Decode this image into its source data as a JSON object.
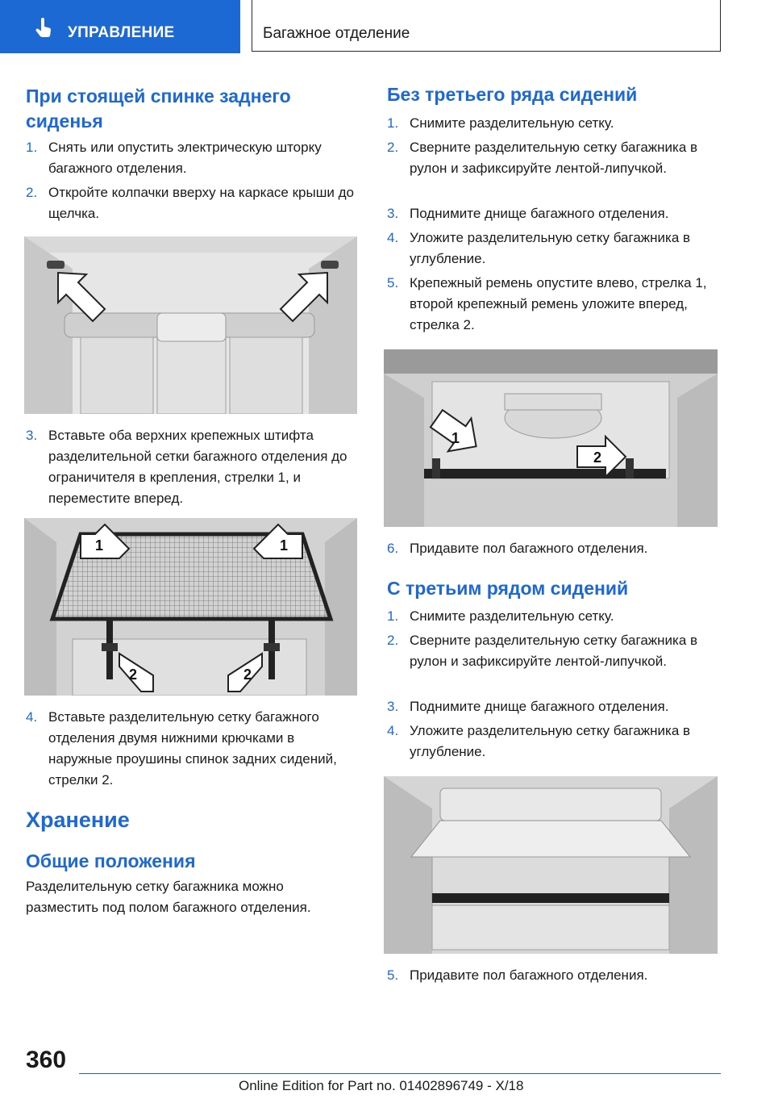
{
  "header": {
    "section": "УПРАВЛЕНИЕ",
    "title": "Багажное отделение",
    "accent_color": "#1c69d3",
    "icon": "hand-pointer-icon"
  },
  "left": {
    "heading1": "При стоящей спинке заднего сиденья",
    "steps_a": [
      {
        "num": "1.",
        "text": "Снять или опустить электрическую шторку багажного отделения."
      },
      {
        "num": "2.",
        "text": "Откройте колпачки вверху на каркасе крыши до щелчка."
      }
    ],
    "steps_b": [
      {
        "num": "3.",
        "text": "Вставьте оба верхних крепежных штифта разделительной сетки багажного отделения до ограничителя в крепления, стрелки 1, и переместите вперед."
      }
    ],
    "steps_c": [
      {
        "num": "4.",
        "text": "Вставьте разделительную сетку багажного отделения двумя нижними крючками в наружные проушины спинок задних сидений, стрелки 2."
      }
    ],
    "storage_heading": "Хранение",
    "general_heading": "Общие положения",
    "general_text": "Разделительную сетку багажника можно разместить под полом багажного отделения."
  },
  "right": {
    "heading_no_third_row": "Без третьего ряда сидений",
    "steps_a": [
      {
        "num": "1.",
        "text": "Снимите разделительную сетку."
      },
      {
        "num": "2.",
        "text": "Сверните разделительную сетку багажника в рулон и зафиксируйте лентой-липучкой."
      },
      {
        "num": "3.",
        "text": "Поднимите днище багажного отделения."
      },
      {
        "num": "4.",
        "text": "Уложите разделительную сетку багажника в углубление."
      },
      {
        "num": "5.",
        "text": "Крепежный ремень опустите влево, стрелка 1, второй крепежный ремень уложите вперед, стрелка 2."
      }
    ],
    "steps_b": [
      {
        "num": "6.",
        "text": "Придавите пол багажного отделения."
      }
    ],
    "heading_third_row": "С третьим рядом сидений",
    "steps_c": [
      {
        "num": "1.",
        "text": "Снимите разделительную сетку."
      },
      {
        "num": "2.",
        "text": "Сверните разделительную сетку багажника в рулон и зафиксируйте лентой-липучкой."
      },
      {
        "num": "3.",
        "text": "Поднимите днище багажного отделения."
      },
      {
        "num": "4.",
        "text": "Уложите разделительную сетку багажника в углубление."
      }
    ],
    "steps_d": [
      {
        "num": "5.",
        "text": "Придавите пол багажного отделения."
      }
    ]
  },
  "figure_labels": {
    "fig2_arrow1a": "1",
    "fig2_arrow1b": "1",
    "fig2_arrow2a": "2",
    "fig2_arrow2b": "2",
    "fig3_arrow1": "1",
    "fig3_arrow2": "2"
  },
  "footer": {
    "page_number": "360",
    "edition": "Online Edition for Part no. 01402896749 - X/18"
  }
}
